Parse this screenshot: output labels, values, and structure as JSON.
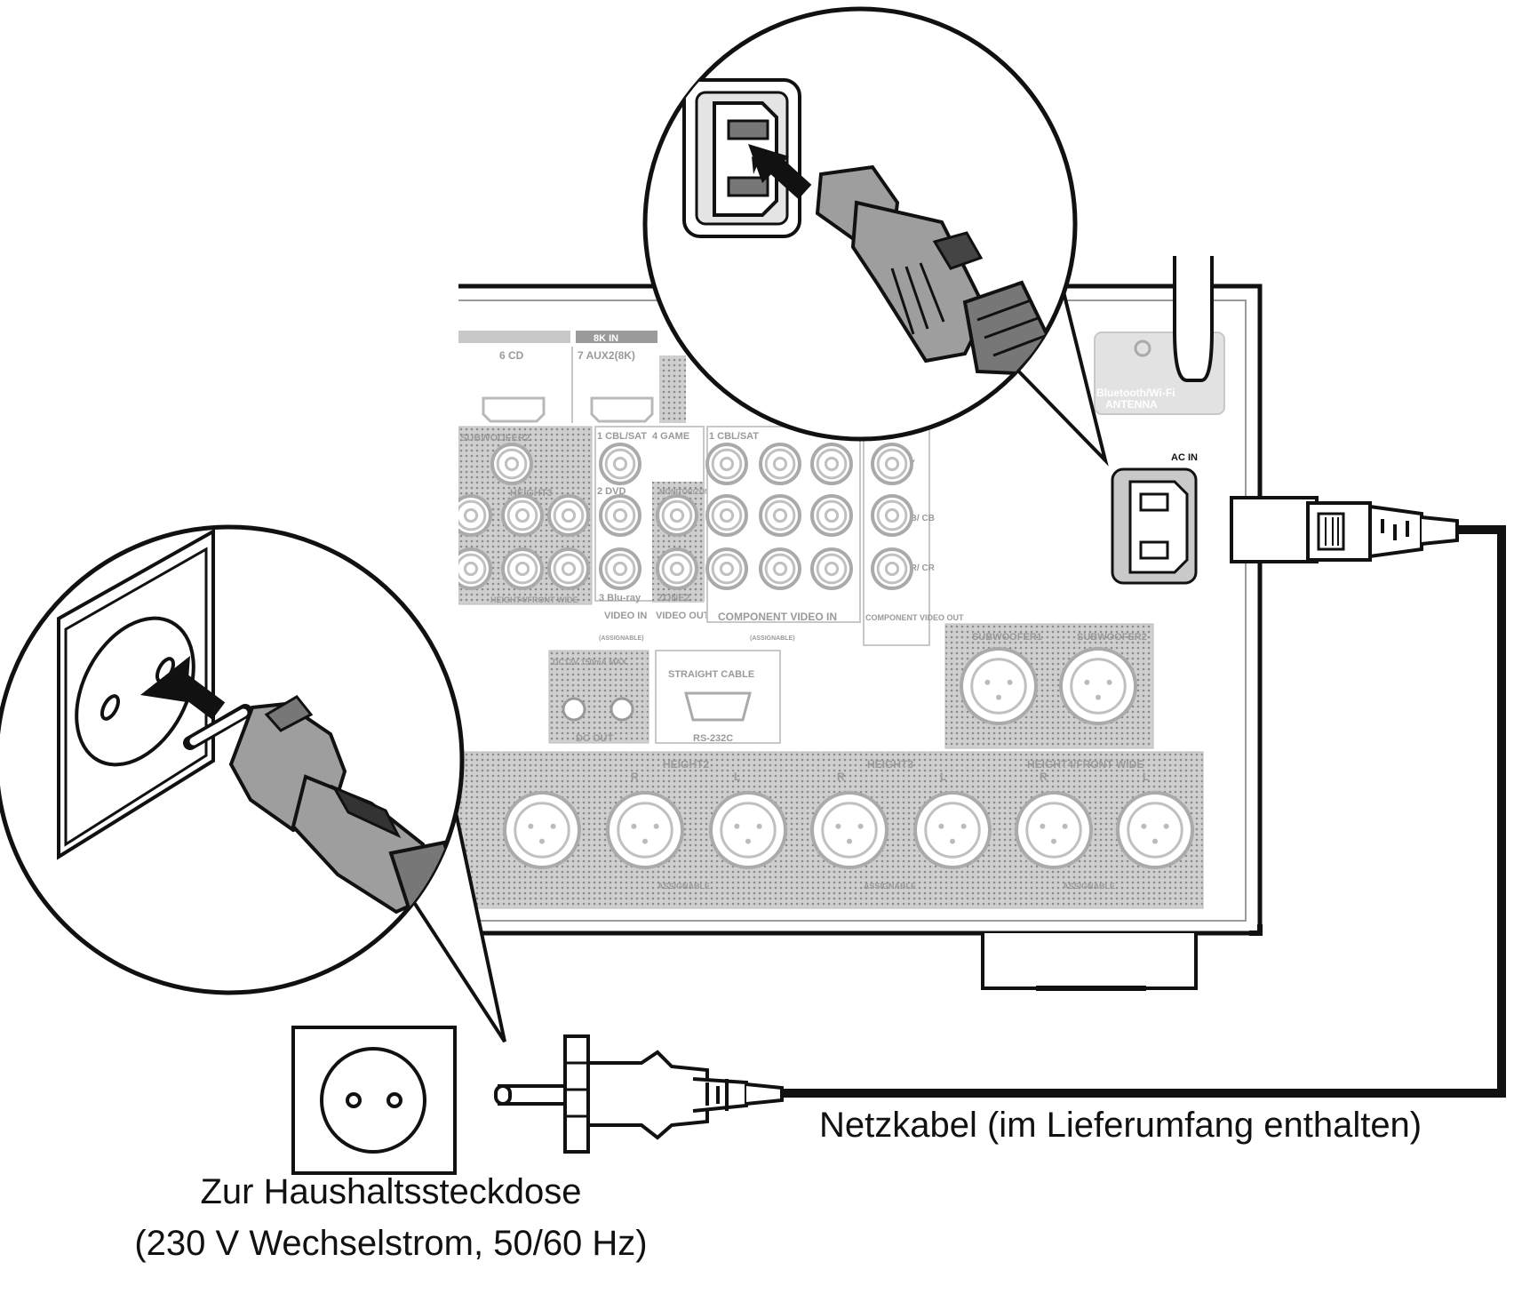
{
  "captions": {
    "power_cord": "Netzkabel (im Lieferumfang enthalten)",
    "outlet_line1": "Zur Haushaltssteckdose",
    "outlet_line2": "(230 V Wechselstrom, 50/60 Hz)"
  },
  "panel_labels": {
    "ac_in": "AC IN",
    "antenna_line1": "Bluetooth/Wi-Fi",
    "antenna_line2": "ANTENNA",
    "in_8k": "8K IN",
    "cd": "6 CD",
    "aux2": "7 AUX2(8K)",
    "cbl_sat": "1 CBL/SAT",
    "game": "4 GAME",
    "dvd": "2 DVD",
    "bluray": "3 Blu-ray",
    "cbl_sat_comp": "1 CBL/SAT",
    "subwoofer": "SUBWOOFER2",
    "height3": "HEIGHT3",
    "height4_front_wide": "HEIGHT4/FRONT WIDE",
    "monitor_zone2": "MONITOR/ZONE2",
    "zone2": "ZONE2",
    "video_in": "VIDEO IN",
    "video_out": "VIDEO OUT",
    "assignable": "(ASSIGNABLE)",
    "component_video_in": "COMPONENT VIDEO IN",
    "component_video_out": "COMPONENT VIDEO OUT",
    "y": "Y",
    "pb": "PB/ CB",
    "pr": "PR/ CR",
    "subwoofer1": "SUBWOOFER1",
    "subwoofer2": "SUBWOOFER2",
    "dc_spec": "DC12V 150mA MAX.",
    "dc_out": "DC OUT",
    "straight_cable": "STRAIGHT CABLE",
    "rs232c": "RS-232C",
    "height2": "HEIGHT2",
    "height3_xlr": "HEIGHT3",
    "height4_xlr": "HEIGHT4/FRONT WIDE",
    "r": "R",
    "l": "L",
    "assignable_caps": "ASSIGNABLE"
  }
}
